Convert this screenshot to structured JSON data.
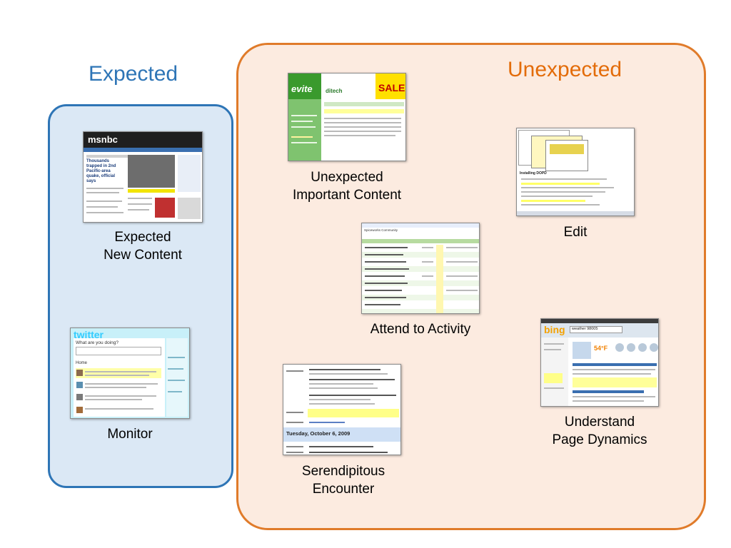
{
  "groups": {
    "expected": {
      "heading": "Expected",
      "heading_color": "#2e75b6",
      "fill": "#dbe8f5",
      "border": "#2e75b6",
      "items": [
        {
          "lines": [
            "Expected",
            "New Content"
          ]
        },
        {
          "lines": [
            "Monitor"
          ]
        }
      ]
    },
    "unexpected": {
      "heading": "Unexpected",
      "heading_color": "#e36c0a",
      "fill": "#fcebe0",
      "border": "#e07b2a",
      "items": [
        {
          "lines": [
            "Unexpected",
            "Important Content"
          ]
        },
        {
          "lines": [
            "Edit"
          ]
        },
        {
          "lines": [
            "Attend to Activity"
          ]
        },
        {
          "lines": [
            "Understand",
            "Page Dynamics"
          ]
        },
        {
          "lines": [
            "Serendipitous",
            "Encounter"
          ]
        }
      ]
    }
  },
  "thumbnails": {
    "msnbc": {
      "logo": "msnbc",
      "headline": "Thousands trapped in 2nd Pacific-area quake, official says"
    },
    "twitter": {
      "logo": "twitter",
      "prompt": "What are you doing?",
      "section": "Home"
    },
    "evite": {
      "logo": "evite",
      "banner": "ditech",
      "sale": "SALE"
    },
    "forum": {
      "title": "Spiceworks Community"
    },
    "edit": {
      "title": "Installing DOPD"
    },
    "bing": {
      "logo": "bing",
      "query": "weather 98005",
      "temp": "54°F"
    },
    "schedule": {
      "date": "Tuesday, October 6, 2009"
    }
  },
  "icons": {
    "logo_colors": {
      "msnbc": "#1a1a1a",
      "evite": "#3a9a2d",
      "bing": "#f4a100",
      "twitter": "#33ccff"
    }
  }
}
